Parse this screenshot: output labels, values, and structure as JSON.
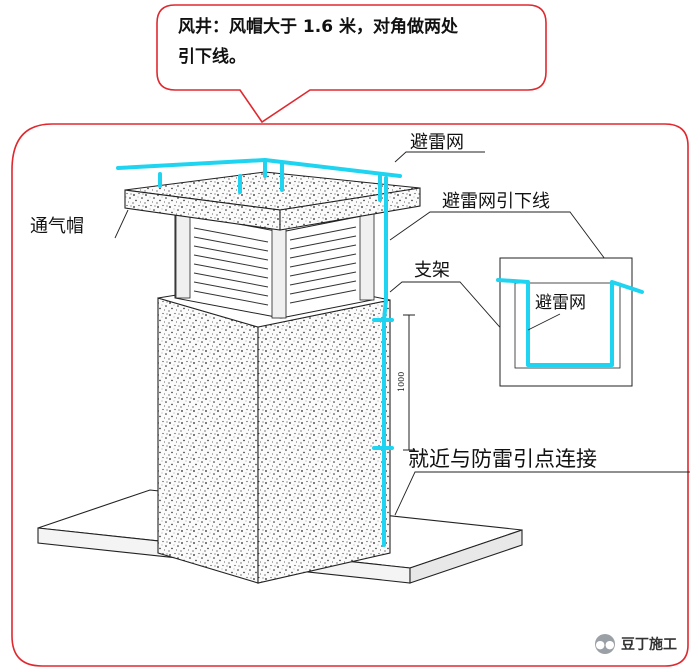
{
  "callout": {
    "line1": "风井：风帽大于 1.6 米，对角做两处",
    "line2": "引下线。"
  },
  "labels": {
    "lightning_mesh_top": "避雷网",
    "lightning_mesh_down": "避雷网引下线",
    "vent_cap": "通气帽",
    "bracket": "支架",
    "inset_mesh": "避雷网",
    "connect_nearby": "就近与防雷引点连接",
    "dimension": "1000"
  },
  "watermark": {
    "text": "豆丁施工",
    "icon": "wechat-icon"
  },
  "colors": {
    "frame": "#e0282e",
    "conductor": "#1fd4f0",
    "ink": "#111111"
  }
}
